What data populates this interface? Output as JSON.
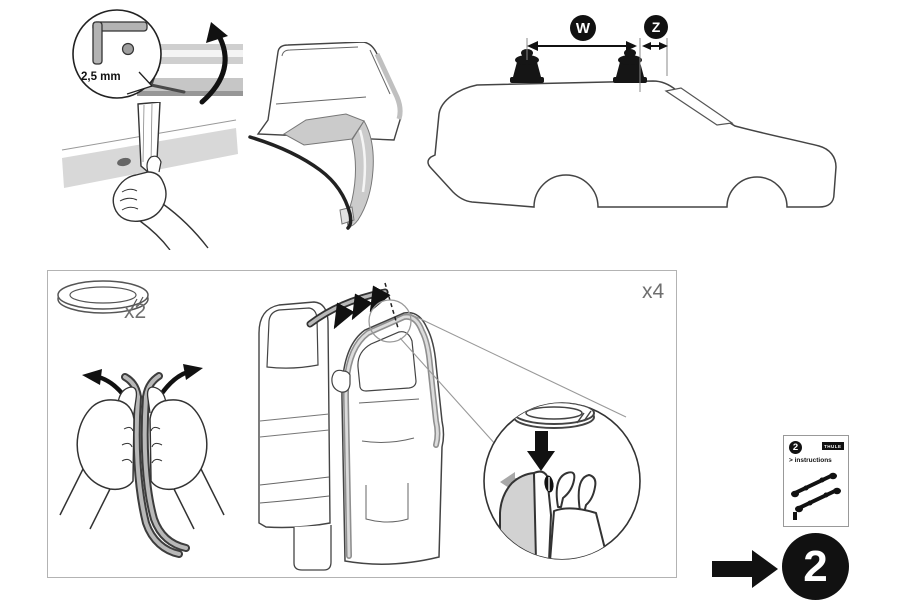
{
  "sheet": {
    "tool_size_label": "2,5 mm",
    "width_label": "W",
    "overhang_label": "Z",
    "strip_quantity": "x2",
    "clip_quantity": "x4"
  },
  "card": {
    "badge": "2",
    "brand": "THULE",
    "title": "> instructions"
  },
  "step": {
    "number": "2"
  },
  "colors": {
    "ink": "#111111",
    "outline": "#444444",
    "light_gray_fill": "#d6d6d6",
    "mid_gray": "#9a9a9a",
    "label_gray": "#6f6f6f",
    "box_border": "#b3b3b3"
  },
  "icons": {
    "curved_arrow": "curved motion arrow",
    "dimension_arrow": "double-headed measure arrow",
    "down_arrow": "thick down arrow",
    "left_arrow": "gray left arrow",
    "step_arrow": "thick right arrow",
    "magnifier": "detail zoom circle"
  }
}
